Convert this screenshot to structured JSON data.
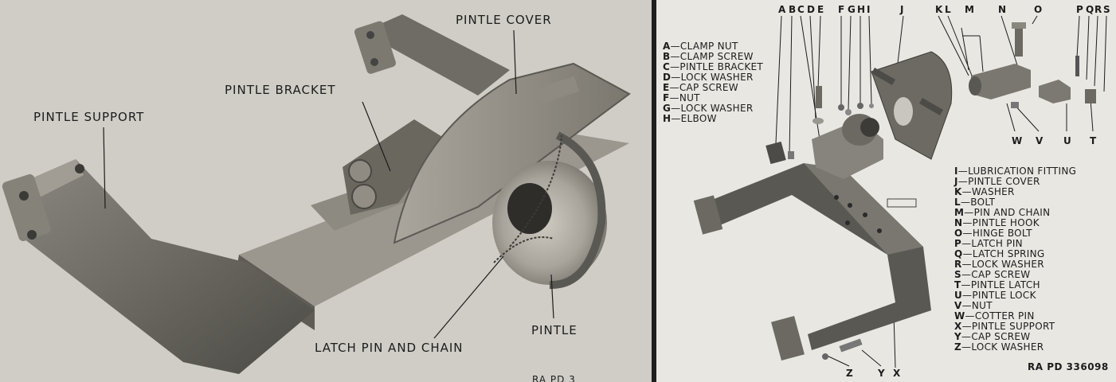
{
  "left_photo": {
    "callouts": {
      "pintle_cover": "PINTLE COVER",
      "pintle_bracket": "PINTLE BRACKET",
      "pintle_support": "PINTLE SUPPORT",
      "pintle": "PINTLE",
      "latch_pin_and_chain": "LATCH PIN AND CHAIN"
    },
    "partial_ref": "RA PD 3"
  },
  "right_diagram": {
    "top_letters": [
      "A",
      "B",
      "C",
      "D",
      "E",
      "F",
      "G",
      "H",
      "I",
      "J",
      "K",
      "L",
      "M",
      "N",
      "O",
      "P",
      "Q",
      "R",
      "S"
    ],
    "bottom_letters": [
      "W",
      "V",
      "U",
      "T",
      "Z",
      "Y",
      "X"
    ],
    "legend_top": [
      {
        "key": "A",
        "desc": "CLAMP NUT"
      },
      {
        "key": "B",
        "desc": "CLAMP SCREW"
      },
      {
        "key": "C",
        "desc": "PINTLE BRACKET"
      },
      {
        "key": "D",
        "desc": "LOCK WASHER"
      },
      {
        "key": "E",
        "desc": "CAP SCREW"
      },
      {
        "key": "F",
        "desc": "NUT"
      },
      {
        "key": "G",
        "desc": "LOCK WASHER"
      },
      {
        "key": "H",
        "desc": "ELBOW"
      }
    ],
    "legend_bottom": [
      {
        "key": "I",
        "desc": "LUBRICATION FITTING"
      },
      {
        "key": "J",
        "desc": "PINTLE COVER"
      },
      {
        "key": "K",
        "desc": "WASHER"
      },
      {
        "key": "L",
        "desc": "BOLT"
      },
      {
        "key": "M",
        "desc": "PIN AND CHAIN"
      },
      {
        "key": "N",
        "desc": "PINTLE HOOK"
      },
      {
        "key": "O",
        "desc": "HINGE BOLT"
      },
      {
        "key": "P",
        "desc": "LATCH PIN"
      },
      {
        "key": "Q",
        "desc": "LATCH SPRING"
      },
      {
        "key": "R",
        "desc": "LOCK WASHER"
      },
      {
        "key": "S",
        "desc": "CAP SCREW"
      },
      {
        "key": "T",
        "desc": "PINTLE LATCH"
      },
      {
        "key": "U",
        "desc": "PINTLE LOCK"
      },
      {
        "key": "V",
        "desc": "NUT"
      },
      {
        "key": "W",
        "desc": "COTTER PIN"
      },
      {
        "key": "X",
        "desc": "PINTLE SUPPORT"
      },
      {
        "key": "Y",
        "desc": "CAP SCREW"
      },
      {
        "key": "Z",
        "desc": "LOCK WASHER"
      }
    ],
    "reference": "RA PD 336098"
  }
}
